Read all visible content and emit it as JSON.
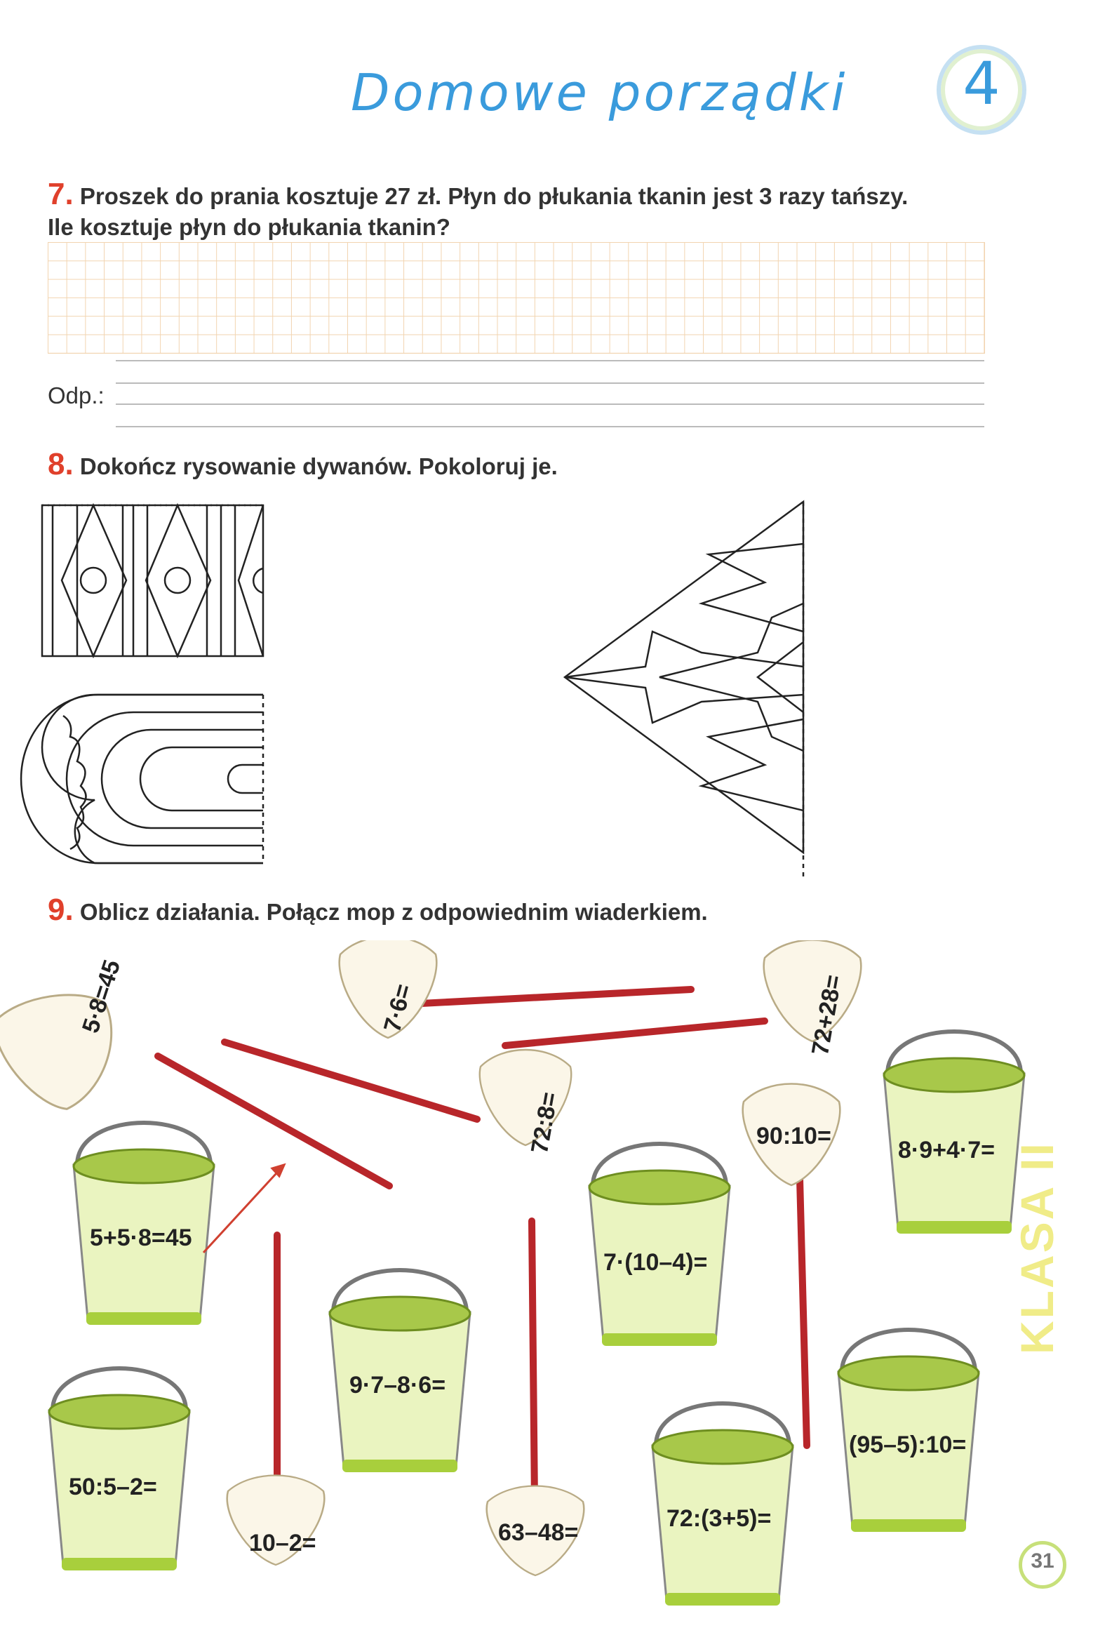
{
  "header": {
    "title": "Domowe porządki",
    "unit_number": "4"
  },
  "task7": {
    "number": "7.",
    "text_line1": "Proszek do prania kosztuje 27 zł. Płyn do płukania tkanin jest 3 razy tańszy.",
    "text_line2": "Ile kosztuje płyn do płukania tkanin?",
    "answer_label": "Odp.:"
  },
  "task8": {
    "number": "8.",
    "text": "Dokończ rysowanie dywanów. Pokoloruj je."
  },
  "task9": {
    "number": "9.",
    "text": "Oblicz działania. Połącz mop z odpowiednim wiaderkiem.",
    "mops": [
      "5·8=45",
      "7·6=",
      "72+28=",
      "72:8=",
      "90:10=",
      "10–2=",
      "63–48="
    ],
    "buckets": [
      "5+5·8=45",
      "8·9+4·7=",
      "7·(10–4)=",
      "9·7–8·6=",
      "50:5–2=",
      "(95–5):10=",
      "72:(3+5)="
    ]
  },
  "colors": {
    "accent_blue": "#3a9bdc",
    "task_number_red": "#e0402b",
    "bucket_green": "#9cc43a",
    "mop_stick": "#b8262a"
  },
  "footer": {
    "class_label": "KLASA II",
    "page_number": "31"
  }
}
